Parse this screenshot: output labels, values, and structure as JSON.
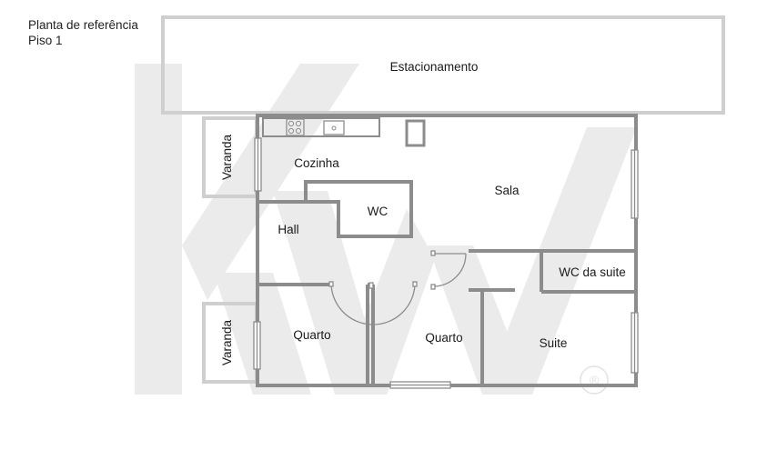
{
  "header": {
    "line1": "Planta de referência",
    "line2": "Piso 1"
  },
  "rooms": {
    "parking": "Estacionamento",
    "balcony_top": "Varanda",
    "kitchen": "Cozinha",
    "living": "Sala",
    "wc": "WC",
    "hall": "Hall",
    "suite_wc": "WC da suite",
    "bedroom_left": "Quarto",
    "bedroom_mid": "Quarto",
    "suite": "Suite",
    "balcony_bottom": "Varanda"
  },
  "watermark": {
    "text": "KW",
    "registered": "®"
  },
  "colors": {
    "wall": "#8c8c8c",
    "light_wall": "#cfcfcf",
    "watermark": "#ebebeb",
    "text": "#1a1a1a"
  }
}
